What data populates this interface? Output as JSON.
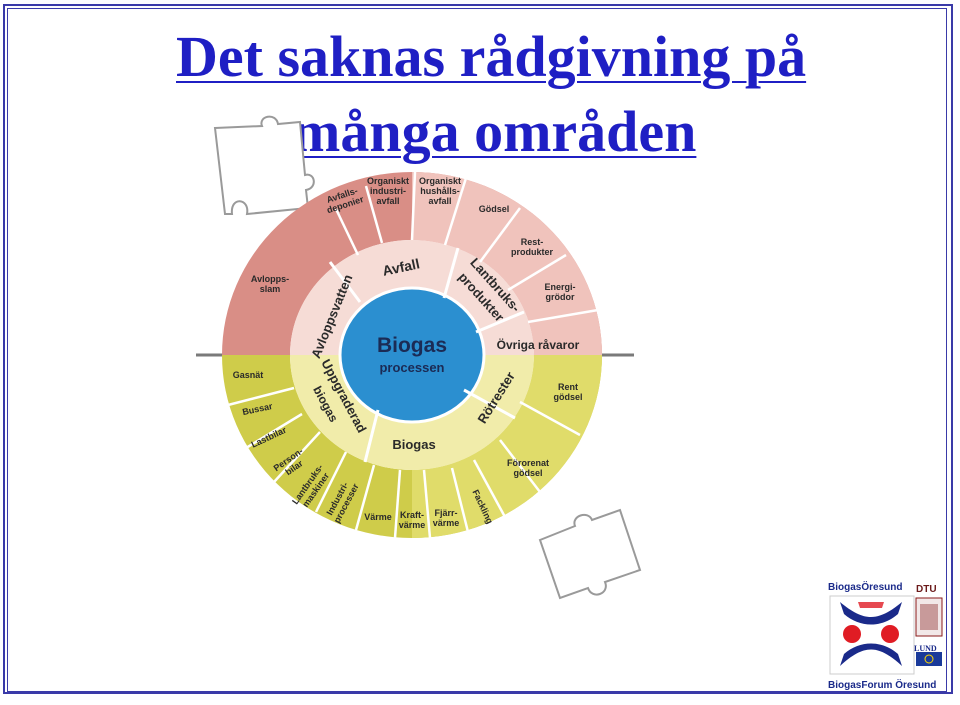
{
  "title": {
    "line1": "Det saknas rådgivning på",
    "line2": "många områden"
  },
  "diagram": {
    "center": {
      "line1": "Biogas",
      "line2": "processen"
    },
    "middle_ring": {
      "avfall": "Avfall",
      "avloppsvatten": "Avloppsvatten",
      "lantbruks": "Lantbruks-",
      "produkter": "produkter",
      "ovriga": "Övriga råvaror",
      "rotrester": "Rötrester",
      "biogas": "Biogas",
      "uppgraderad": "Uppgraderad",
      "uppgraderad_biogas": "biogas"
    },
    "outer_ring": {
      "avloppsslam": [
        "Avlopps-",
        "slam"
      ],
      "avfallsdeponier": [
        "Avfalls-",
        "deponier"
      ],
      "org_industri": [
        "Organiskt",
        "industri-",
        "avfall"
      ],
      "org_hushall": [
        "Organiskt",
        "hushålls-",
        "avfall"
      ],
      "godsel": [
        "Gödsel"
      ],
      "restprodukter": [
        "Rest-",
        "produkter"
      ],
      "energigrodor": [
        "Energi-",
        "grödor"
      ],
      "rent_godsel": [
        "Rent",
        "gödsel"
      ],
      "fororenat_godsel": [
        "Förorenat",
        "gödsel"
      ],
      "fackling": [
        "Fackling"
      ],
      "fjarrvarme": [
        "Fjärr-",
        "värme"
      ],
      "kraftvarme": [
        "Kraft-",
        "värme"
      ],
      "varme": [
        "Värme"
      ],
      "industriprocesser": [
        "Industri-",
        "processer"
      ],
      "lantbruksmaskiner": [
        "Lantbruks-",
        "maskiner"
      ],
      "personbilar": [
        "Person-",
        "bilar"
      ],
      "lastbilar": [
        "Lastbilar"
      ],
      "bussar": [
        "Bussar"
      ],
      "gasnat": [
        "Gasnät"
      ]
    }
  },
  "logo": {
    "top": "BiogasÖresund",
    "dtu": "DTU",
    "lund": "LUND",
    "bottom": "BiogasForum Öresund"
  },
  "colors": {
    "title": "#1f1fc4",
    "frame": "#3a3aa8",
    "outer_red": "#d98e86",
    "outer_pink": "#f0c3bc",
    "outer_yellow": "#cfcc4a",
    "outer_yellow_light": "#e0dc6a",
    "ring_pink": "#f6dcd6",
    "ring_yellow": "#f1ecaa",
    "center_blue": "#2b8fd0"
  }
}
